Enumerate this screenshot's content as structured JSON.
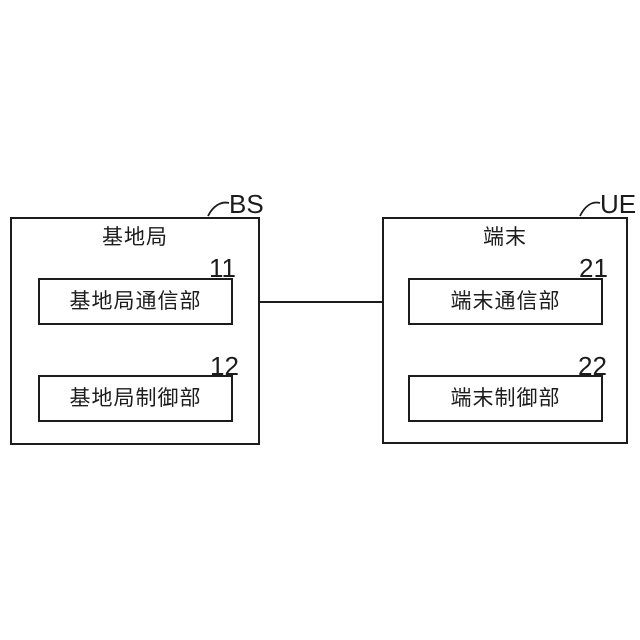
{
  "diagram": {
    "background_color": "#ffffff",
    "line_color": "#1c1c1c",
    "nodes": {
      "base_station": {
        "ref": "BS",
        "title": "基地局",
        "blocks": [
          {
            "ref": "11",
            "label": "基地局通信部"
          },
          {
            "ref": "12",
            "label": "基地局制御部"
          }
        ]
      },
      "terminal": {
        "ref": "UE",
        "title": "端末",
        "blocks": [
          {
            "ref": "21",
            "label": "端末通信部"
          },
          {
            "ref": "22",
            "label": "端末制御部"
          }
        ]
      }
    },
    "connections": [
      {
        "from": "基地局通信部",
        "to": "端末通信部",
        "type": "bidirectional-arrow"
      },
      {
        "from": "基地局通信部",
        "to": "基地局制御部",
        "type": "line"
      },
      {
        "from": "端末通信部",
        "to": "端末制御部",
        "type": "line"
      }
    ]
  }
}
